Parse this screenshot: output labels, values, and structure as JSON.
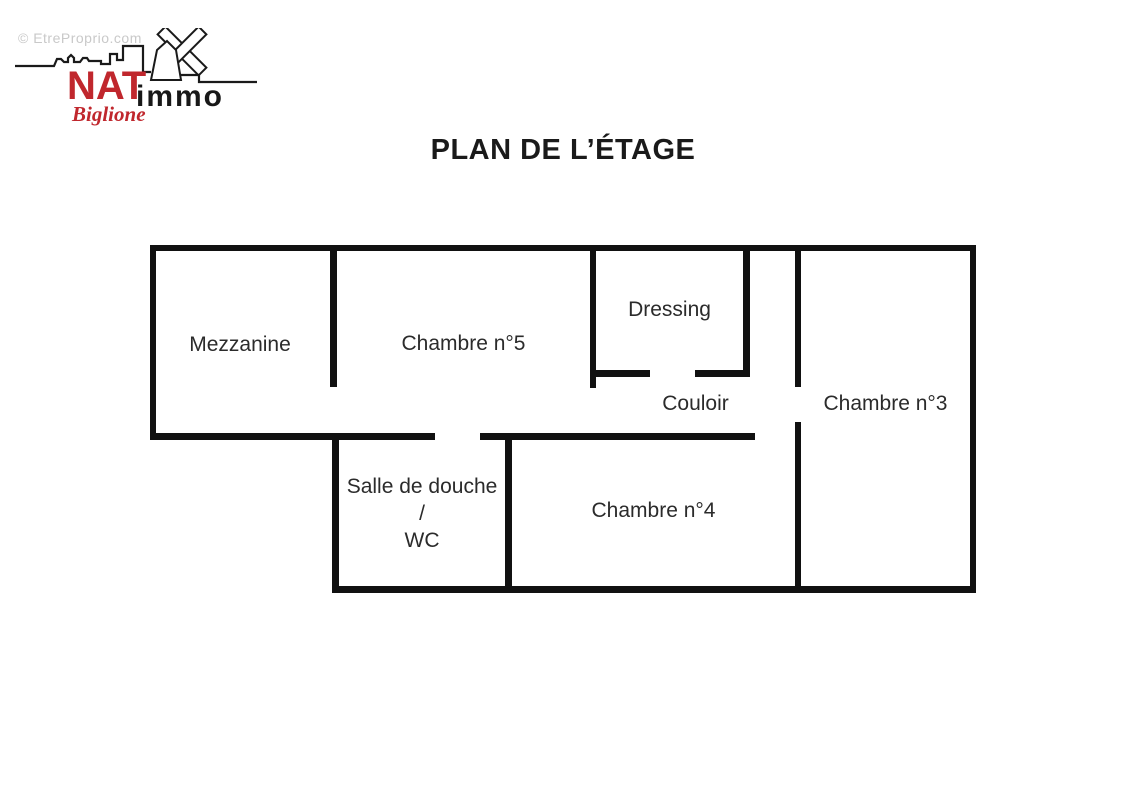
{
  "watermark": {
    "text": "© EtreProprio.com"
  },
  "logo": {
    "brand_primary": "NAT",
    "brand_secondary": "immo",
    "brand_tagline": "Biglione",
    "brand_color": "#c0272d"
  },
  "title": {
    "text": "PLAN DE L’ÉTAGE"
  },
  "plan": {
    "wall_color": "#111111",
    "label_color": "#2b2b2b",
    "rooms": [
      {
        "label": "Mezzanine"
      },
      {
        "label": "Chambre n°5"
      },
      {
        "label": "Dressing"
      },
      {
        "label": "Couloir"
      },
      {
        "label": "Chambre n°3"
      },
      {
        "label": "Salle de douche",
        "label_line2": "/",
        "label_line3": "WC"
      },
      {
        "label": "Chambre n°4"
      }
    ]
  }
}
